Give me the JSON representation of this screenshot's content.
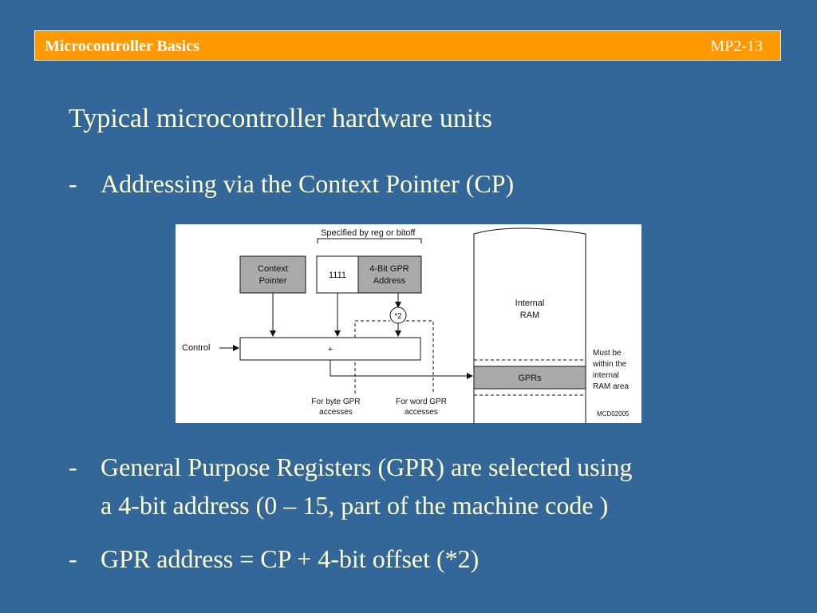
{
  "header": {
    "title": "Microcontroller Basics",
    "page_number": "MP2-13",
    "background": "#ff9900"
  },
  "subtitle": "Typical microcontroller hardware units",
  "bullets": [
    {
      "dash": "-",
      "text": "Addressing via the Context Pointer (CP)"
    },
    {
      "dash": "-",
      "line1": "General Purpose Registers (GPR) are selected using",
      "line2": "a 4-bit address (0 – 15, part of the machine code )"
    },
    {
      "dash": "-",
      "text": "GPR address = CP + 4-bit offset (*2)"
    }
  ],
  "diagram": {
    "spec_label": "Specified by reg or bitoff",
    "context_pointer": [
      "Context",
      "Pointer"
    ],
    "reg_field_value": "1111",
    "gpr_address": [
      "4-Bit GPR",
      "Address"
    ],
    "multiplier": "*2",
    "control_label": "Control",
    "adder_symbol": "+",
    "byte_access": [
      "For byte GPR",
      "accesses"
    ],
    "word_access": [
      "For word GPR",
      "accesses"
    ],
    "internal_ram": [
      "Internal",
      "RAM"
    ],
    "gprs_label": "GPRs",
    "note": [
      "Must be",
      "within the",
      "internal",
      "RAM area"
    ],
    "figure_id": "MCD02005"
  },
  "colors": {
    "background": "#336699",
    "text": "#ffffcc",
    "box_gray": "#aaaaaa"
  }
}
